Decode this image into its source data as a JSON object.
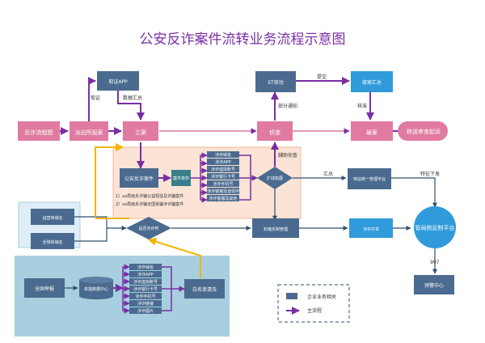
{
  "title": "公安反诈案件流转业务流程示意图",
  "colors": {
    "main_flow": "#e07aa0",
    "main_arrow": "#7a2ea3",
    "aux_box": "#4a6b8f",
    "highlight": "#2f9bdb",
    "orange_zone": "#fbe3d5",
    "blue_zone": "#a7cfe0",
    "yellow_line": "#f2b400",
    "teal": "#3a7f8c"
  },
  "nodes": {
    "fanzha_tu": "反诈流程图",
    "paichusuo": "派出所报案",
    "lian": "立案",
    "zhencha": "侦查",
    "poan": "破案",
    "yisong": "移送审查起诉",
    "quzheng_app": "取证APP",
    "st_task": "ST审动",
    "jiean_hui": "接案汇总",
    "case_software": "公安反诈案件",
    "case_detail": "案件单并",
    "kuozhan": "扩线拓展",
    "teshu_pingtai": "特征统一管理平台",
    "shadi_sharing": "涉诈共享",
    "guanju_platform": "管局侧反制平台",
    "domain_block": "运营商域名",
    "global_block": "全球的域名",
    "suspected": "是否涉诈判",
    "fengdu": "封堵反制管理",
    "global_sources": "全国举报",
    "single_center": "单独数据中心",
    "whitelist": "白名单清洗",
    "alert_center": "预警中心"
  },
  "case_fields": [
    "涉诈域名",
    "涉诈APP",
    "涉诈虚拟账号",
    "涉诈银行卡号",
    "涉诈手机号",
    "涉诈链接及途径IP",
    "涉诈客服及其他"
  ],
  "bottom_fields": [
    "涉诈域名",
    "涉诈APP",
    "涉诈虚拟账号",
    "涉诈银行卡号",
    "涉诈手机号",
    "涉诈链接",
    "涉诈图片"
  ],
  "edge_labels": {
    "quzheng": "取证",
    "shuju_huizong": "数据汇总",
    "tijiao": "提交",
    "kuozhan_lianxian": "辅助侦查",
    "bufen_tongzhi": "部分通知",
    "anjian": "核准",
    "huizong": "汇总",
    "texing_xiafa": "特征下发",
    "code907": "907"
  },
  "notes": [
    "1）xx局级反诈骗公益短信及诈骗案件",
    "2）xx局级反诈骗全国受骗涉诈骗案件"
  ],
  "legend": {
    "aux": "企业业务相关",
    "main": "主流程"
  }
}
